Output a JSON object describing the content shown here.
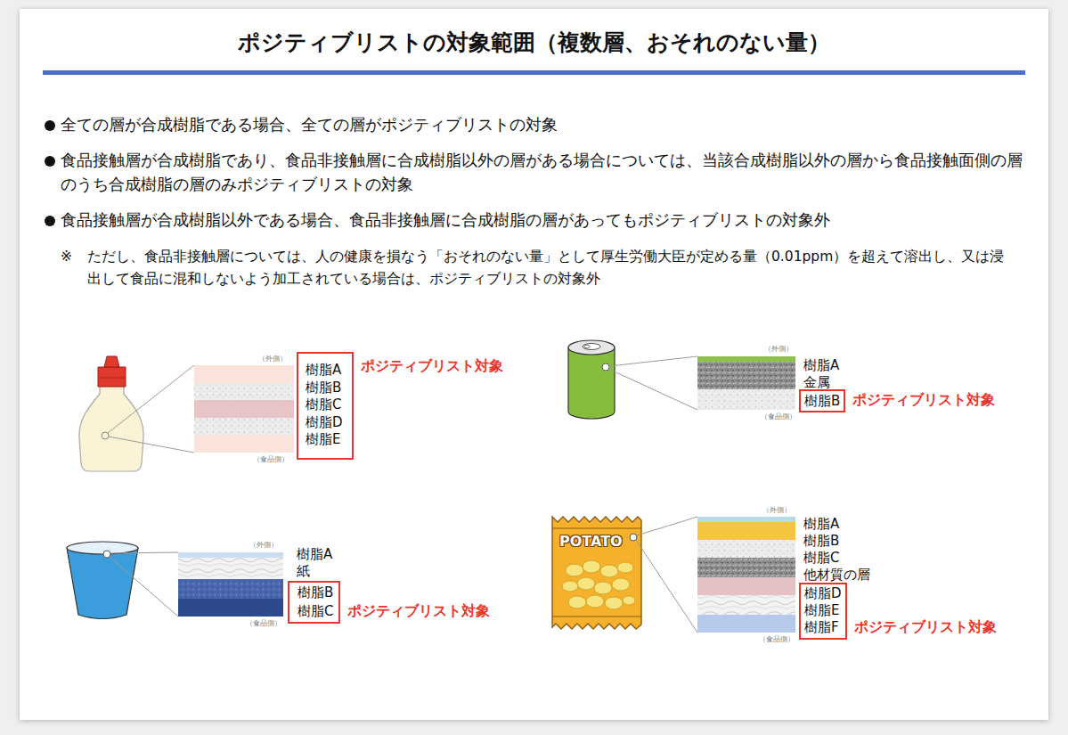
{
  "diagram": {
    "title": "ポジティブリストの対象範囲（複数層、おそれのない量）",
    "nodes": [
      {
        "text": [
          "樹脂A",
          "樹脂B",
          "樹脂C",
          "樹脂D",
          "樹脂E",
          "ポジティブリスト対象"
        ]
      },
      {
        "text": [
          "樹脂B",
          "ポジティブリスト対象"
        ]
      },
      {
        "text": [
          "樹脂B",
          "樹脂C",
          "ポジティブリスト対象"
        ]
      },
      {
        "text": [
          "樹脂D",
          "樹脂E",
          "樹脂F",
          "ポジティブリスト対象"
        ]
      }
    ],
    "labels": [
      "全ての層が合成樹脂である場合、全ての層がポジティブリストの対象",
      "食品接触層が合成樹脂であり、食品非接触層に合成樹脂以外の層がある場合については、当該合成樹脂以外の層から食品接触面側の層のうち合成樹脂の層のみポジティブリストの対象",
      "食品接触層が合成樹脂以外である場合、食品非接触層に合成樹脂の層があってもポジティブリストの対象外",
      "※",
      "ただし、食品非接触層については、人の健康を損なう「おそれのない量」として厚生労働大臣が定める量（0.01ppm）を超えて溶出し、又は浸出して食品に混和しないよう加工されている場合は、ポジティブリストの対象外",
      "（外側）",
      "（食品側）",
      "（外側）",
      "樹脂A",
      "金属",
      "（食品側）",
      "（外側）",
      "樹脂A",
      "紙",
      "（食品側）",
      "POTATO",
      "（外側）",
      "樹脂A",
      "樹脂B",
      "樹脂C",
      "他材質の層",
      "（食品側）"
    ]
  }
}
